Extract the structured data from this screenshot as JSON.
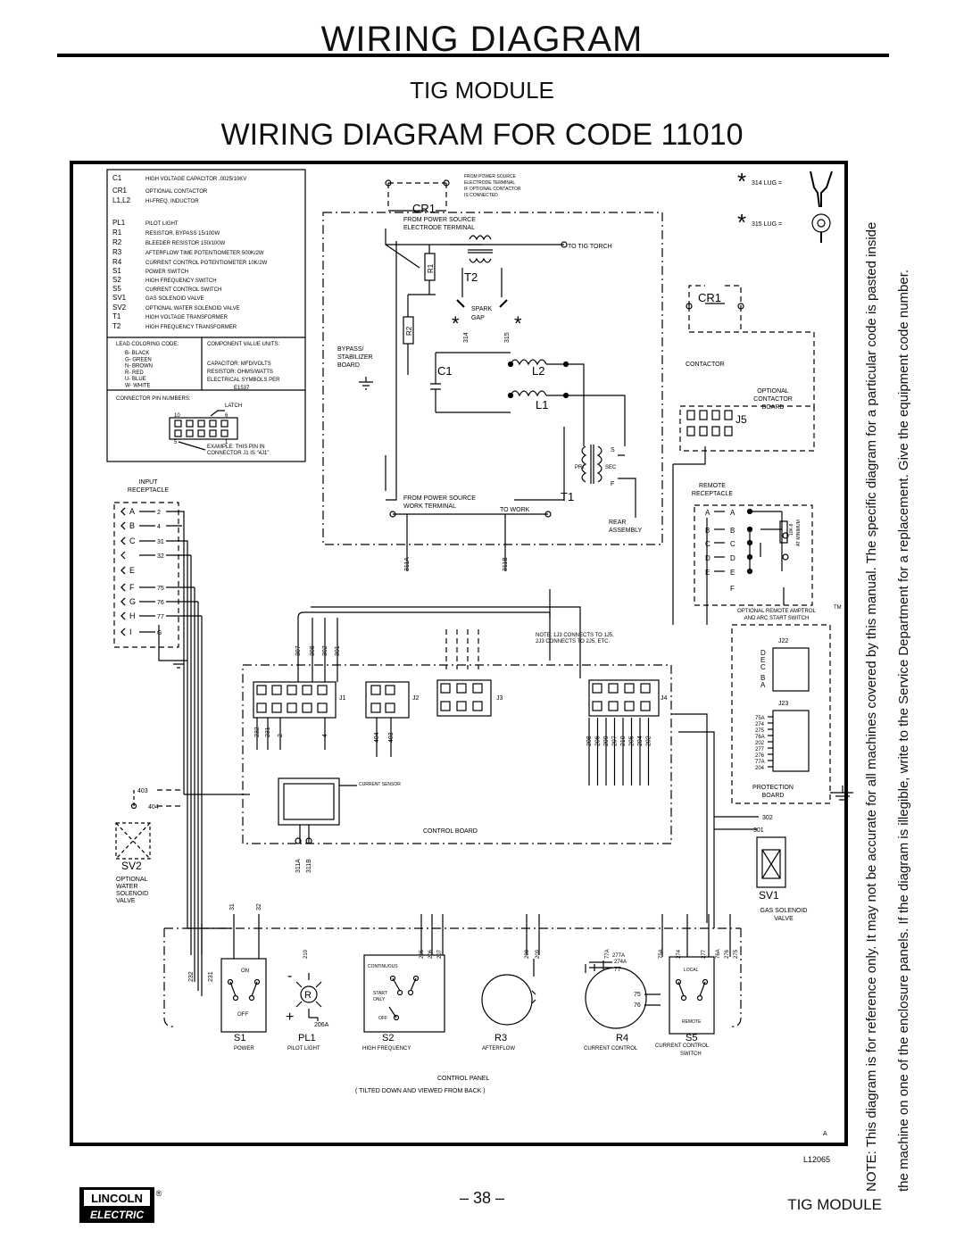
{
  "page": {
    "title": "WIRING DIAGRAM",
    "subtitle": "TIG MODULE",
    "code_title": "WIRING DIAGRAM FOR CODE 11010",
    "page_number": "– 38 –",
    "footer_module": "TIG MODULE",
    "drawing_number": "L12065",
    "revision": "A"
  },
  "logo": {
    "line1": "LINCOLN",
    "line2": "ELECTRIC",
    "mark": "®"
  },
  "side_note": {
    "line1": "NOTE: This diagram is for reference only.   It may not be accurate for all machines covered by this manual.  The specific diagram for a particular code is pasted inside",
    "line2": "the machine on one of the enclosure panels.  If the diagram is illegible, write to the Service Department for a replacement.  Give the equipment code number."
  },
  "legend": {
    "components": [
      {
        "id": "C1",
        "desc": "HIGH VOLTAGE CAPACITOR .0025/10KV"
      },
      {
        "id": "CR1",
        "desc": "OPTIONAL CONTACTOR"
      },
      {
        "id": "L1,L2",
        "desc": "HI-FREQ. INDUCTOR"
      },
      {
        "id": "PL1",
        "desc": "PILOT LIGHT"
      },
      {
        "id": "R1",
        "desc": "RESISTOR, BYPASS 15/100W"
      },
      {
        "id": "R2",
        "desc": "BLEEDER RESISTOR 150/100W"
      },
      {
        "id": "R3",
        "desc": "AFTERFLOW TIME POTENTIOMETER 500K/2W"
      },
      {
        "id": "R4",
        "desc": "CURRENT CONTROL POTENTIOMETER 10K/2W"
      },
      {
        "id": "S1",
        "desc": "POWER SWITCH"
      },
      {
        "id": "S2",
        "desc": "HIGH FREQUENCY SWITCH"
      },
      {
        "id": "S5",
        "desc": "CURRENT CONTROL SWITCH"
      },
      {
        "id": "SV1",
        "desc": "GAS SOLENOID VALVE"
      },
      {
        "id": "SV2",
        "desc": "OPTIONAL WATER SOLENOID VALVE"
      },
      {
        "id": "T1",
        "desc": "HIGH VOLTAGE TRANSFORMER"
      },
      {
        "id": "T2",
        "desc": "HIGH FREQUENCY TRANSFORMER"
      }
    ],
    "lead_coloring_title": "LEAD COLORING CODE:",
    "lead_colors": [
      "B- BLACK",
      "G- GREEN",
      "N- BROWN",
      "R- RED",
      "U- BLUE",
      "W- WHITE"
    ],
    "component_units_title": "COMPONENT VALUE UNITS:",
    "component_units": [
      "CAPACITOR: MFD/VOLTS",
      "RESISTOR: OHMS/WATTS",
      "ELECTRICAL SYMBOLS PER",
      "E1537"
    ],
    "connector_title": "CONNECTOR PIN NUMBERS:",
    "connector_latch": "LATCH",
    "connector_pins": [
      "10",
      "6",
      "5",
      "1"
    ],
    "connector_example": [
      "EXAMPLE: THIS PIN IN",
      "CONNECTOR J1 IS \"4J1\""
    ]
  },
  "lugs": {
    "lug314": "314 LUG =",
    "lug315": "315 LUG ="
  },
  "labels": {
    "from_power_note": [
      "FROM POWER SOURCE",
      "ELECTRODE TERMINAL",
      "IF OPTIONAL CONTACTOR",
      "IS CONNECTED"
    ],
    "cr1": "CR1",
    "from_power_electrode": [
      "FROM POWER SOURCE",
      "ELECTRODE TERMINAL"
    ],
    "to_tig_torch": "TO TIG TORCH",
    "t2": "T2",
    "r1": "R1",
    "r2": "R2",
    "spark_gap": [
      "SPARK",
      "GAP"
    ],
    "w314": "314",
    "w315": "315",
    "bypass": [
      "BYPASS/",
      "STABILIZER",
      "BOARD"
    ],
    "c1": "C1",
    "l2": "L2",
    "l1": "L1",
    "t1": "T1",
    "xfmr_s": "S",
    "xfmr_pri": "PRI",
    "xfmr_sec": "SEC",
    "xfmr_f": "F",
    "from_power_work": [
      "FROM POWER SOURCE",
      "WORK TERMINAL"
    ],
    "to_work": "TO WORK",
    "rear_assembly": [
      "REAR",
      "ASSEMBLY"
    ],
    "w311a": "311A",
    "w311b": "311B",
    "contactor": "CONTACTOR",
    "cr1_right": "CR1",
    "optional_contactor_board": [
      "OPTIONAL",
      "CONTACTOR",
      "BOARD"
    ],
    "j5": "J5",
    "remote_receptacle": [
      "REMOTE",
      "RECEPTACLE"
    ],
    "remote_pins": [
      "A",
      "B",
      "C",
      "D",
      "E",
      "F"
    ],
    "pot_value": [
      "10K-8",
      "AT MINIMUM"
    ],
    "amptrol": [
      "OPTIONAL REMOTE AMPTROL",
      "AND ARC START SWITCH"
    ],
    "tm": "TM",
    "input_receptacle": [
      "INPUT",
      "RECEPTACLE"
    ],
    "input_pins": [
      "A",
      "B",
      "C",
      "E",
      "F",
      "G",
      "H",
      "I"
    ],
    "input_wires": [
      "2",
      "4",
      "31",
      "32",
      "75",
      "76",
      "77",
      "G"
    ],
    "j1_wires": [
      "307",
      "308",
      "302",
      "301"
    ],
    "note_j3": [
      "NOTE: 1J3 CONNECTS TO 1J5,",
      "2J3 CONNECTS TO 2J5, ETC."
    ],
    "connectors": [
      "J1",
      "J2",
      "J3",
      "J4"
    ],
    "j1_bottom": [
      "232",
      "231",
      "2",
      "4"
    ],
    "j2_bottom": [
      "404",
      "403"
    ],
    "j4_bottom": [
      "208",
      "206",
      "209",
      "207",
      "210",
      "205",
      "204",
      "202"
    ],
    "j22": "J22",
    "j22_pins": [
      "D",
      "E",
      "C",
      "B",
      "A"
    ],
    "j23": "J23",
    "j23_wires": [
      "75A",
      "274",
      "275",
      "76A",
      "202",
      "277",
      "276",
      "77A",
      "204"
    ],
    "protection_board": [
      "PROTECTION",
      "BOARD"
    ],
    "w302": "302",
    "w301": "301",
    "current_sensor": "CURRENT SENSOR",
    "control_board": "CONTROL BOARD",
    "w403": "403",
    "w404": "404",
    "sv2": "SV2",
    "optional_water": [
      "OPTIONAL",
      "WATER",
      "SOLENOID",
      "VALVE"
    ],
    "sv1": "SV1",
    "gas_solenoid": [
      "GAS SOLENOID",
      "VALVE"
    ],
    "panel_wires_top": [
      "31",
      "32",
      "210",
      "205",
      "206",
      "207",
      "208",
      "209",
      "77A",
      "75A",
      "274",
      "277",
      "76A",
      "276",
      "275"
    ],
    "s1_wires": [
      "232",
      "231"
    ],
    "on": "ON",
    "off": "OFF",
    "continuous": "CONTINUOUS",
    "start_only": [
      "START",
      "ONLY"
    ],
    "local": "LOCAL",
    "remote": "REMOTE",
    "pl1_r": "R",
    "w206a": "206A",
    "w277a": "277A",
    "w274a": "274A",
    "w77": "77",
    "w75": "75",
    "w76": "76",
    "plus": "+",
    "minus": "-",
    "bottom_ids": [
      "S1",
      "PL1",
      "S2",
      "R3",
      "R4",
      "S5"
    ],
    "bottom_names": [
      "POWER",
      "PILOT LIGHT",
      "HIGH FREQUENCY",
      "AFTERFLOW",
      "CURRENT CONTROL",
      "CURRENT CONTROL"
    ],
    "s5_switch": "SWITCH",
    "control_panel": "CONTROL PANEL",
    "control_panel_note": "( TILTED DOWN AND VIEWED FROM BACK )",
    "star": "*"
  }
}
